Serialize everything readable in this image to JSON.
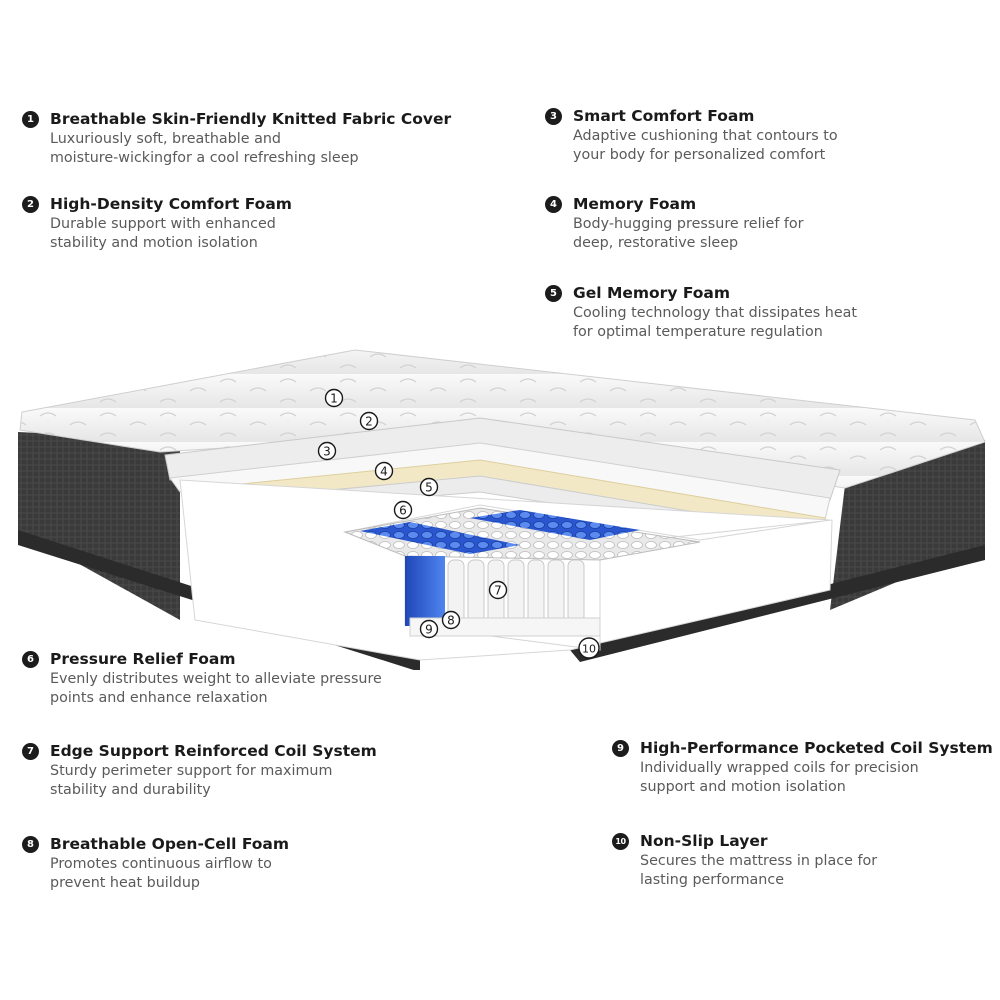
{
  "features": [
    {
      "num": "1",
      "title": "Breathable Skin-Friendly Knitted Fabric Cover",
      "lines": [
        "Luxuriously soft, breathable and",
        "moisture-wickingfor a cool refreshing sleep"
      ]
    },
    {
      "num": "2",
      "title": "High-Density Comfort Foam",
      "lines": [
        "Durable support with enhanced",
        "stability and motion isolation"
      ]
    },
    {
      "num": "3",
      "title": "Smart Comfort Foam",
      "lines": [
        "Adaptive cushioning that contours to",
        "your body for personalized comfort"
      ]
    },
    {
      "num": "4",
      "title": "Memory Foam",
      "lines": [
        "Body-hugging pressure relief for",
        "deep, restorative sleep"
      ]
    },
    {
      "num": "5",
      "title": "Gel Memory Foam",
      "lines": [
        "Cooling technology that dissipates heat",
        "for optimal temperature regulation"
      ]
    },
    {
      "num": "6",
      "title": "Pressure Relief Foam",
      "lines": [
        "Evenly distributes weight to alleviate pressure",
        "points and enhance relaxation"
      ]
    },
    {
      "num": "7",
      "title": "Edge Support Reinforced Coil System",
      "lines": [
        "Sturdy perimeter support for maximum",
        "stability and durability"
      ]
    },
    {
      "num": "8",
      "title": "Breathable Open-Cell Foam",
      "lines": [
        "Promotes continuous airflow to",
        "prevent heat buildup"
      ]
    },
    {
      "num": "9",
      "title": "High-Performance Pocketed Coil System",
      "lines": [
        "Individually wrapped coils for precision",
        "support and motion isolation"
      ]
    },
    {
      "num": "10",
      "title": "Non-Slip Layer",
      "lines": [
        "Secures the mattress in place for",
        "lasting performance"
      ]
    }
  ],
  "callouts": [
    "1",
    "2",
    "3",
    "4",
    "5",
    "6",
    "7",
    "8",
    "9",
    "10"
  ],
  "colors": {
    "cover": "#f4f4f4",
    "side_fabric": "#3a3a3a",
    "coil_blue": "#2f5fd6",
    "memory_foam": "#f3e8c6",
    "number_badge": "#1c1c1c"
  }
}
